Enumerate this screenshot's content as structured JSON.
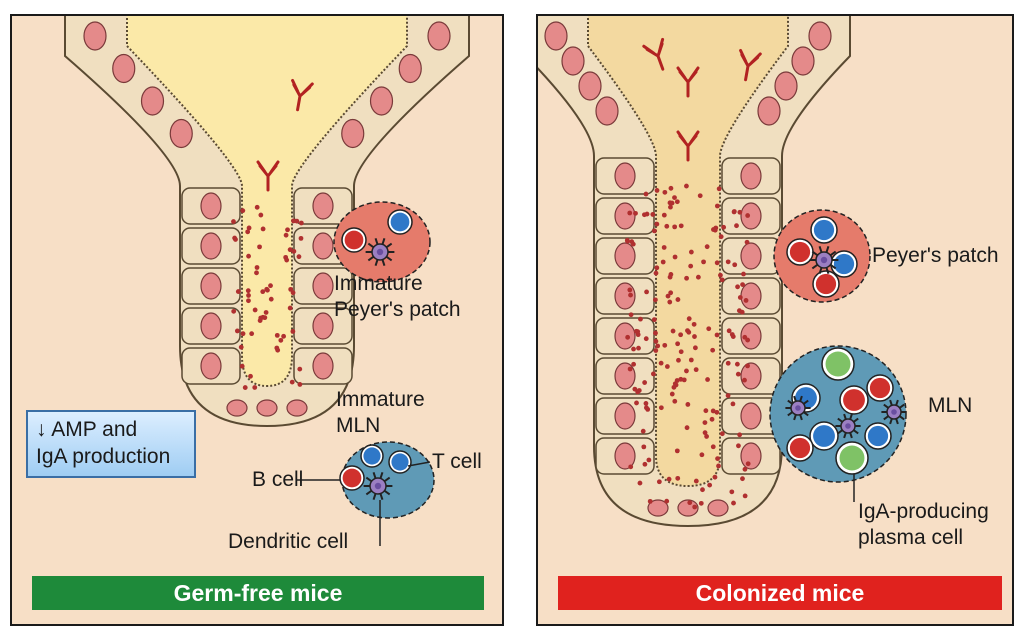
{
  "colors": {
    "panel_bg": "#f7dfc6",
    "lumen": "#fbe9a8",
    "cell_fill": "#f0dfc0",
    "nucleus": "#e48a8a",
    "antibody": "#b22222",
    "b_cell": "#d0312d",
    "t_cell": "#2f78c8",
    "dendritic_cell": "#9b7fc2",
    "plasma_cell": "#7fc266",
    "node_bg": "#5f9ab6",
    "germ_free_banner": "#1e8a3a",
    "colonized_banner": "#e0221e"
  },
  "left_panel": {
    "amp_box": {
      "arrow": "↓",
      "line1": "AMP and",
      "line2": "IgA production"
    },
    "peyers_patch": {
      "line1": "Immature",
      "line2": "Peyer's patch"
    },
    "mln": {
      "line1": "Immature",
      "line2": "MLN"
    },
    "cell_labels": {
      "t_cell": "T cell",
      "b_cell": "B cell",
      "dendritic_cell": "Dendritic  cell"
    },
    "banner": "Germ-free mice"
  },
  "right_panel": {
    "peyers_patch": "Peyer's patch",
    "mln": "MLN",
    "plasma_cell": {
      "line1": "IgA-producing",
      "line2": "plasma cell"
    },
    "banner": "Colonized mice"
  },
  "icons": [
    "antibody-icon",
    "b-cell-icon",
    "t-cell-icon",
    "dendritic-cell-icon",
    "plasma-cell-icon",
    "epithelial-cell-icon"
  ]
}
